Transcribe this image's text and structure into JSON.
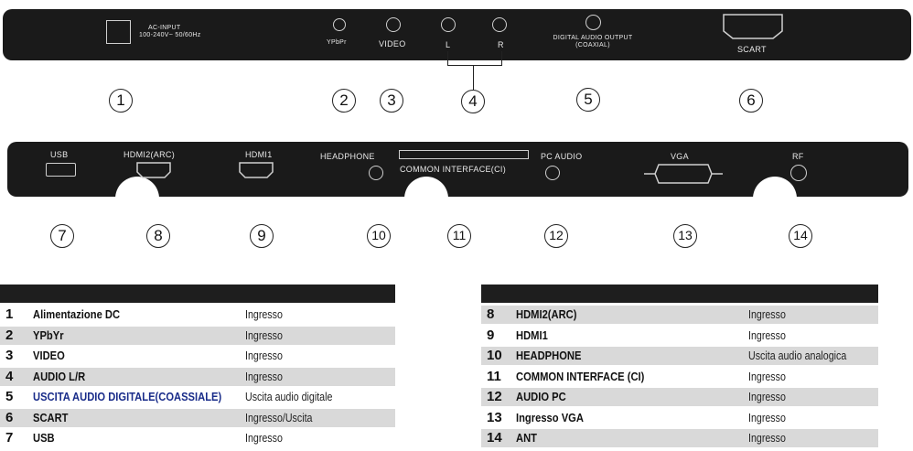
{
  "top_panel": {
    "ac_input_line1": "AC-INPUT",
    "ac_input_line2": "100-240V~ 50/60Hz",
    "ypbpr": "YPbPr",
    "video": "VIDEO",
    "audio_l": "L",
    "audio_r": "R",
    "digital_out_line1": "DIGITAL AUDIO OUTPUT",
    "digital_out_line2": "(COAXIAL)",
    "scart": "SCART"
  },
  "bottom_panel": {
    "usb": "USB",
    "hdmi2": "HDMI2(ARC)",
    "hdmi1": "HDMI1",
    "headphone": "HEADPHONE",
    "ci": "COMMON INTERFACE(CI)",
    "pc_audio": "PC AUDIO",
    "vga": "VGA",
    "rf": "RF"
  },
  "callouts": [
    "1",
    "2",
    "3",
    "4",
    "5",
    "6",
    "7",
    "8",
    "9",
    "10",
    "11",
    "12",
    "13",
    "14"
  ],
  "table_left": [
    {
      "n": "1",
      "name": "Alimentazione DC",
      "type": "Ingresso"
    },
    {
      "n": "2",
      "name": "YPbYr",
      "type": "Ingresso"
    },
    {
      "n": "3",
      "name": "VIDEO",
      "type": "Ingresso"
    },
    {
      "n": "4",
      "name": "AUDIO L/R",
      "type": "Ingresso"
    },
    {
      "n": "5",
      "name": "USCITA AUDIO DIGITALE(COASSIALE)",
      "type": "Uscita audio digitale"
    },
    {
      "n": "6",
      "name": "SCART",
      "type": "Ingresso/Uscita"
    },
    {
      "n": "7",
      "name": "USB",
      "type": "Ingresso"
    }
  ],
  "table_right": [
    {
      "n": "8",
      "name": "HDMI2(ARC)",
      "type": "Ingresso"
    },
    {
      "n": "9",
      "name": "HDMI1",
      "type": "Ingresso"
    },
    {
      "n": "10",
      "name": "HEADPHONE",
      "type": "Uscita audio analogica"
    },
    {
      "n": "11",
      "name": "COMMON INTERFACE (CI)",
      "type": "Ingresso"
    },
    {
      "n": "12",
      "name": "AUDIO PC",
      "type": "Ingresso"
    },
    {
      "n": "13",
      "name": "Ingresso VGA",
      "type": "Ingresso"
    },
    {
      "n": "14",
      "name": "ANT",
      "type": "Ingresso"
    }
  ]
}
